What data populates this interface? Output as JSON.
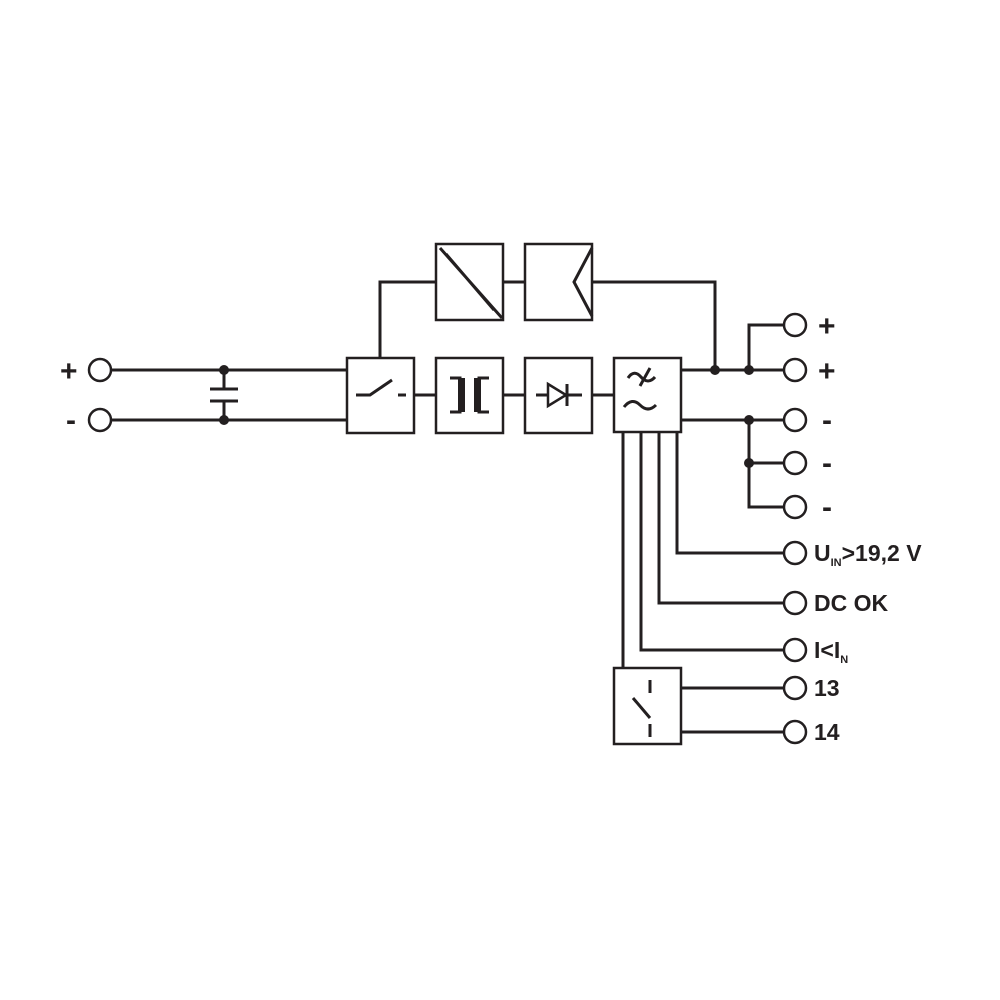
{
  "inputs": {
    "plus": "+",
    "minus": "-"
  },
  "outputs": {
    "plus_1": "+",
    "plus_2": "+",
    "minus_1": "-",
    "minus_2": "-",
    "minus_3": "-"
  },
  "signals": {
    "uin_main": "U",
    "uin_sub": "IN",
    "uin_rest": ">19,2 V",
    "dc_ok": "DC OK",
    "i_main": "I<I",
    "i_sub": "N",
    "contact_13": "13",
    "contact_14": "14"
  },
  "colors": {
    "ink": "#231f20",
    "background": "#ffffff"
  }
}
